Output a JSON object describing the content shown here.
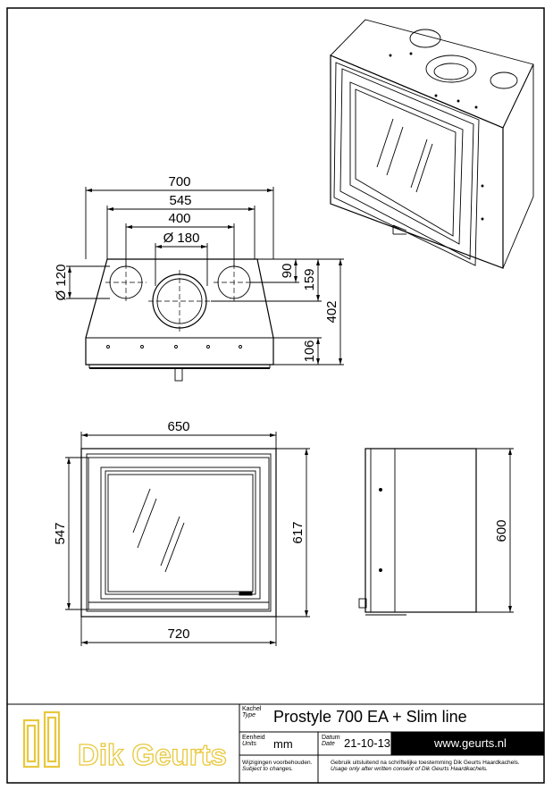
{
  "drawing": {
    "top_view": {
      "width_outer": "700",
      "width_mid": "545",
      "width_inner": "400",
      "diameter_center": "Ø 180",
      "diameter_side": "Ø 120",
      "dim_90": "90",
      "dim_159": "159",
      "dim_402": "402",
      "dim_106": "106"
    },
    "front_view": {
      "width_650": "650",
      "width_720": "720",
      "height_547": "547",
      "height_617": "617"
    },
    "side_view": {
      "height_600": "600"
    }
  },
  "title_block": {
    "brand": "Dik Geurts",
    "type_label": "Kachel",
    "type_label_en": "Type",
    "product": "Prostyle 700 EA + Slim line",
    "unit_label": "Eenheid",
    "unit_label_en": "Units",
    "unit_value": "mm",
    "date_label": "Datum",
    "date_label_en": "Date",
    "date_value": "21-10-13",
    "website": "www.geurts.nl",
    "note_left_nl": "Wijzigingen voorbehouden.",
    "note_left_en": "Subject to changes.",
    "note_right_nl": "Gebruik uitsluitend na schriftelijke toestemming Dik Geurts Haardkachels.",
    "note_right_en": "Usage only after written consent of Dik Geurts Haardkachels."
  },
  "colors": {
    "brand_yellow": "#e8c83c",
    "line": "#000000",
    "website_bg": "#000000"
  }
}
